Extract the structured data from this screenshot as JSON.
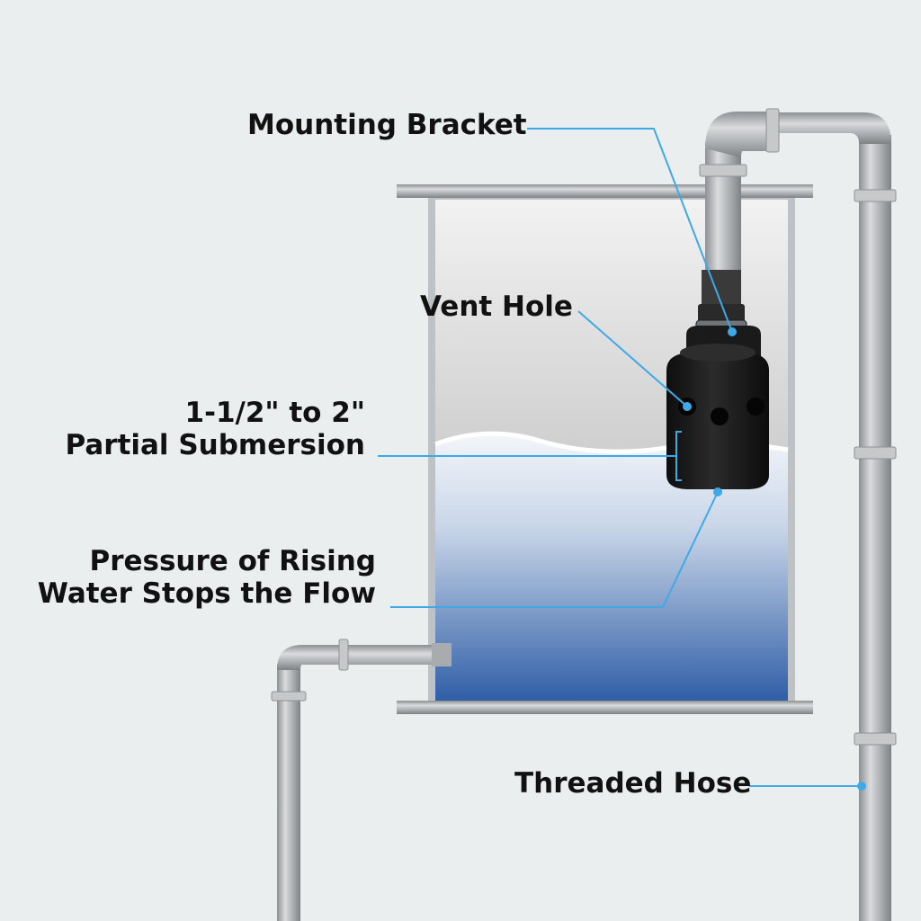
{
  "labels": {
    "mounting_bracket": "Mounting Bracket",
    "vent_hole": "Vent Hole",
    "submersion_line1": "1-1/2\" to 2\"",
    "submersion_line2": "Partial Submersion",
    "pressure_line1": "Pressure of Rising",
    "pressure_line2": "Water Stops the Flow",
    "threaded_hose": "Threaded Hose"
  },
  "colors": {
    "background": "#ebeeef",
    "pipe": "#a9acaf",
    "pipe_highlight": "#d8dadc",
    "leader_line": "#3fa9e8",
    "valve_body": "#1c1c1c",
    "water_top": "#e8eef6",
    "water_bottom": "#2f5ea6",
    "label_text": "#111111"
  }
}
